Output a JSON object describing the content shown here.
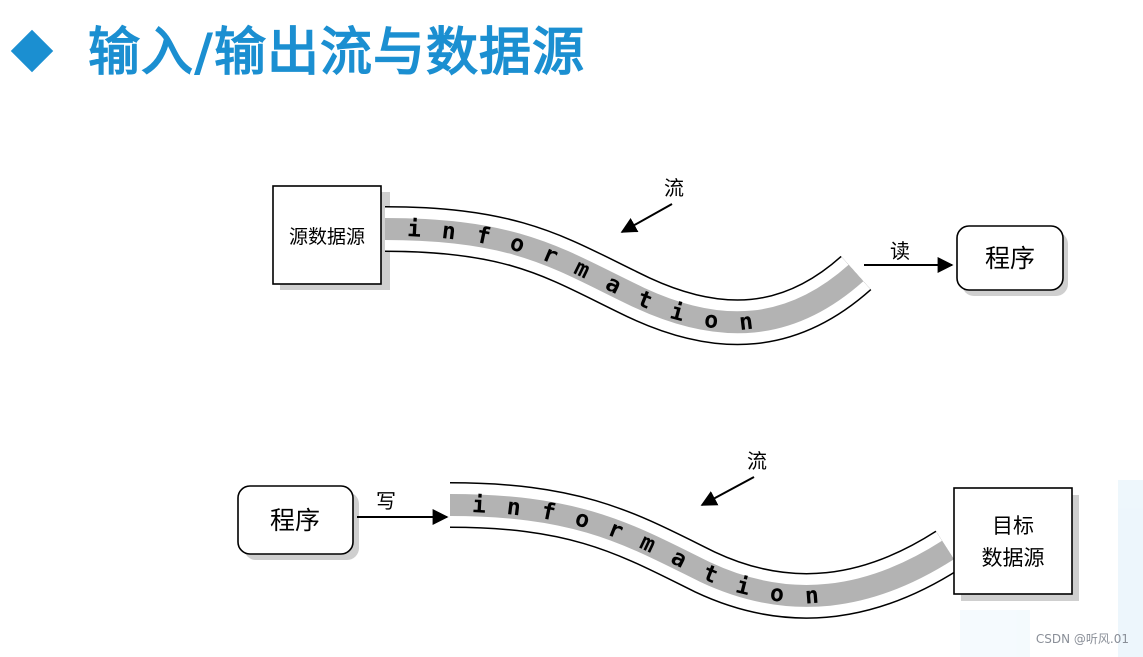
{
  "title": "输入/输出流与数据源",
  "read_diagram": {
    "source_label": "源数据源",
    "stream_word": "information",
    "stream_label": "流",
    "action_label": "读",
    "program_label": "程序"
  },
  "write_diagram": {
    "program_label": "程序",
    "action_label": "写",
    "stream_word": "information",
    "stream_label": "流",
    "target_line1": "目标",
    "target_line2": "数据源"
  },
  "watermark": "CSDN @听风.01",
  "colors": {
    "accent": "#1b8fd1",
    "stream_fill": "#b3b3b3"
  }
}
